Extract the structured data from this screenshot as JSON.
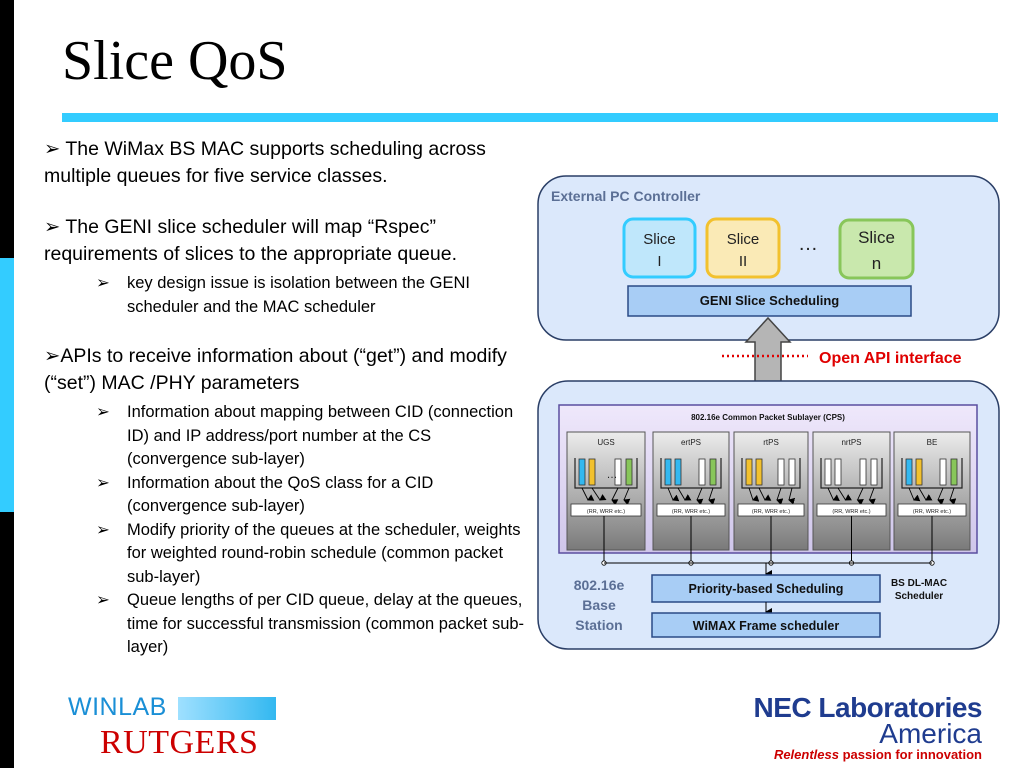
{
  "slide": {
    "title": "Slice QoS"
  },
  "body": {
    "p1": "The WiMax BS MAC supports scheduling across multiple queues for five service classes.",
    "p2": "The GENI slice scheduler will map “Rspec” requirements of slices to the appropriate queue.",
    "p2_sub": [
      "key design issue is isolation between the GENI scheduler and the MAC scheduler"
    ],
    "p3": "APIs to receive information about (“get”) and modify (“set”) MAC /PHY parameters",
    "p3_sub": [
      "Information about mapping between CID (connection ID) and IP address/port number at the CS (convergence sub-layer)",
      "Information about the QoS class for a CID (convergence sub-layer)",
      "Modify priority of the queues at the scheduler, weights for weighted round-robin schedule (common packet sub-layer)",
      "Queue lengths of per CID queue, delay at the queues, time for successful transmission (common packet sub-layer)"
    ],
    "bullet_glyph": "➢"
  },
  "diagram": {
    "controller_title": "External PC Controller",
    "slices": [
      {
        "line1": "Slice",
        "line2": "I"
      },
      {
        "line1": "Slice",
        "line2": "II"
      },
      {
        "line1": "Slice",
        "line2": "n"
      }
    ],
    "ellipsis": "…",
    "geni_scheduling": "GENI Slice Scheduling",
    "api_label": "Open API interface",
    "cps_title": "802.16e Common Packet Sublayer (CPS)",
    "service_classes": [
      "UGS",
      "ertPS",
      "rtPS",
      "nrtPS",
      "BE"
    ],
    "queue_ellipsis": "…",
    "rr_label": "(RR, WRR etc.)",
    "base_station": [
      "802.16e",
      "Base",
      "Station"
    ],
    "priority_sched": "Priority-based Scheduling",
    "wimax_sched": "WiMAX Frame scheduler",
    "dl_mac": [
      "BS DL-MAC",
      "Scheduler"
    ]
  },
  "logos": {
    "winlab": "WINLAB",
    "rutgers": "RUTGERS",
    "nec_line1": "NEC Laboratories",
    "nec_line2": "America",
    "nec_tag_italic": "Relentless",
    "nec_tag_rest": " passion for innovation"
  },
  "colors": {
    "accent": "#33ccff",
    "api_red": "#e00000",
    "slice1": "#33ccff",
    "slice2": "#f2c12e",
    "slice3": "#88c65a",
    "panel": "#dbe8fb"
  }
}
